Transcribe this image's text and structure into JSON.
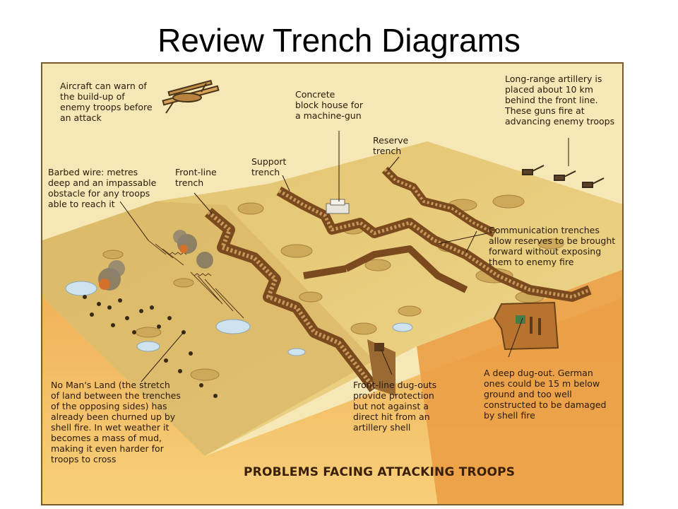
{
  "slide": {
    "title": "Review Trench Diagrams"
  },
  "figure": {
    "labels": {
      "aircraft": [
        "Aircraft can warn of",
        "the build-up of",
        "enemy troops before",
        "an attack"
      ],
      "concrete": [
        "Concrete",
        "block house for",
        "a machine-gun"
      ],
      "artillery": [
        "Long-range artillery is",
        "placed about 10 km",
        "behind the front line.",
        "These guns fire at",
        "advancing enemy troops"
      ],
      "reserve": [
        "Reserve",
        "trench"
      ],
      "support": [
        "Support",
        "trench"
      ],
      "frontline": [
        "Front-line",
        "trench"
      ],
      "barbed": [
        "Barbed wire: metres",
        "deep and an impassable",
        "obstacle for any troops",
        "able to reach it"
      ],
      "communication": [
        "Communication trenches",
        "allow reserves to be brought",
        "forward without exposing",
        "them to enemy fire"
      ],
      "nomansland": [
        "No Man's Land (the stretch",
        "of land between the trenches",
        "of the opposing sides) has",
        "already been churned up by",
        "shell fire. In wet weather it",
        "becomes a mass of mud,",
        "making it even harder for",
        "troops to cross"
      ],
      "dugouts": [
        "Front-line dug-outs",
        "provide protection",
        "but not against a",
        "direct hit from an",
        "artillery shell"
      ],
      "deepdugout": [
        "A deep dug-out. German",
        "ones could be 15 m below",
        "ground and too well",
        "constructed to be damaged",
        "by shell fire"
      ]
    },
    "caption": "PROBLEMS FACING ATTACKING TROOPS",
    "colors": {
      "ground_top": "#e9cf7e",
      "soil": "#e8a24a",
      "trench": "#8a5a2a",
      "sky": "#f6e7b6"
    }
  }
}
